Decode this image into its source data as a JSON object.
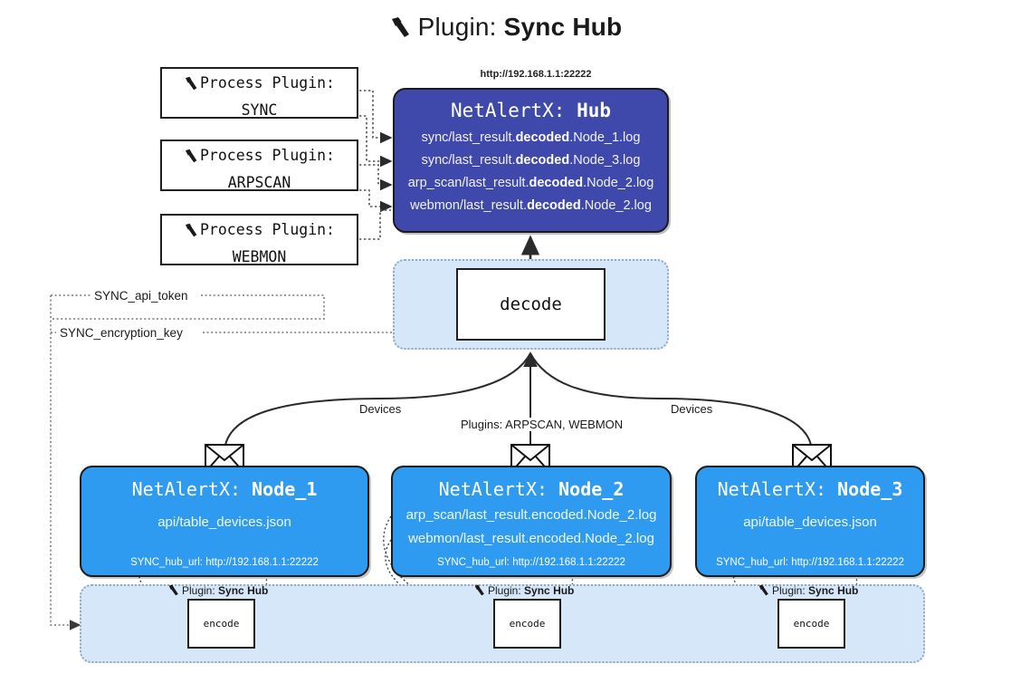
{
  "title": {
    "icon": "plug-icon",
    "prefix": "Plugin:",
    "name": "Sync Hub"
  },
  "process_plugins": [
    {
      "icon": "plug-icon",
      "line1": "Process Plugin:",
      "line2": "SYNC"
    },
    {
      "icon": "plug-icon",
      "line1": "Process Plugin:",
      "line2": "ARPSCAN"
    },
    {
      "icon": "plug-icon",
      "line1": "Process Plugin:",
      "line2": "WEBMON"
    }
  ],
  "hub": {
    "url": "http://192.168.1.1:22222",
    "title_prefix": "NetAlertX:",
    "title_name": "Hub",
    "color": "#3f48ab",
    "logs": [
      {
        "pre": "sync/last_result.",
        "em": "decoded",
        "post": ".Node_1.log"
      },
      {
        "pre": "sync/last_result.",
        "em": "decoded",
        "post": ".Node_3.log"
      },
      {
        "pre": "arp_scan/last_result.",
        "em": "decoded",
        "post": ".Node_2.log"
      },
      {
        "pre": "webmon/last_result.",
        "em": "decoded",
        "post": ".Node_2.log"
      }
    ]
  },
  "decode": {
    "label": "decode",
    "pod_color": "#d5e7f9"
  },
  "settings_labels": {
    "api_token": "SYNC_api_token",
    "encryption_key": "SYNC_encryption_key"
  },
  "edge_labels": {
    "devices_left": "Devices",
    "devices_right": "Devices",
    "plugins_center": "Plugins: ARPSCAN, WEBMON"
  },
  "nodes": [
    {
      "title_prefix": "NetAlertX:",
      "title_name": "Node_1",
      "color": "#2f9bf0",
      "lines": [
        "api/table_devices.json"
      ],
      "hub_url_label": "SYNC_hub_url: http://192.168.1.1:22222"
    },
    {
      "title_prefix": "NetAlertX:",
      "title_name": "Node_2",
      "color": "#2f9bf0",
      "lines": [
        "arp_scan/last_result.encoded.Node_2.log",
        "webmon/last_result.encoded.Node_2.log"
      ],
      "hub_url_label": "SYNC_hub_url: http://192.168.1.1:22222"
    },
    {
      "title_prefix": "NetAlertX:",
      "title_name": "Node_3",
      "color": "#2f9bf0",
      "lines": [
        "api/table_devices.json"
      ],
      "hub_url_label": "SYNC_hub_url: http://192.168.1.1:22222"
    }
  ],
  "encoders": [
    {
      "caption_prefix": "Plugin:",
      "caption_name": "Sync Hub",
      "label": "encode",
      "icon": "plug-icon"
    },
    {
      "caption_prefix": "Plugin:",
      "caption_name": "Sync Hub",
      "label": "encode",
      "icon": "plug-icon"
    },
    {
      "caption_prefix": "Plugin:",
      "caption_name": "Sync Hub",
      "label": "encode",
      "icon": "plug-icon"
    }
  ],
  "icons": {
    "envelope": "envelope-icon",
    "plug": "plug-icon"
  }
}
